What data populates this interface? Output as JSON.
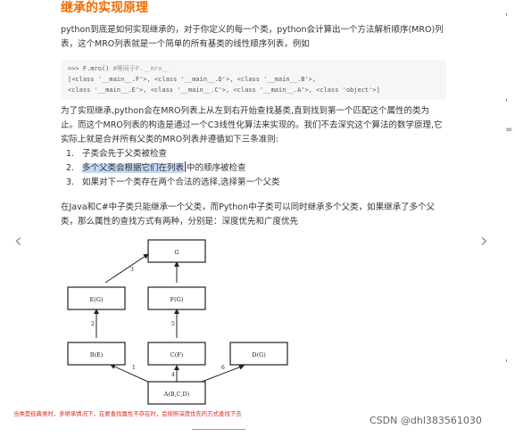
{
  "article": {
    "title": "继承的实现原理",
    "intro": "python到底是如何实现继承的，对于你定义的每一个类，python会计算出一个方法解析顺序(MRO)列表，这个MRO列表就是一个简单的所有基类的线性顺序列表，例如",
    "code_lines": [
      {
        "prompt": ">>> F.mro()",
        "comment": " #等同于F.__mro__"
      },
      {
        "text": "[<class '__main__.F'>, <class '__main__.D'>, <class '__main__.B'>,"
      },
      {
        "text": "<class '__main__.E'>, <class '__main__.C'>, <class '__main__.A'>, <class 'object'>]"
      }
    ],
    "explain": "为了实现继承,python会在MRO列表上从左到右开始查找基类,直到找到第一个匹配这个属性的类为止。而这个MRO列表的构造是通过一个C3线性化算法来实现的。我们不去深究这个算法的数学原理,它实际上就是合并所有父类的MRO列表并遵循如下三条准则:",
    "rules": [
      {
        "num": "1.",
        "text": "子类会先于父类被检查"
      },
      {
        "num": "2.",
        "highlighted": "多个父类会根据它们在列表",
        "rest": "中的顺序被检查"
      },
      {
        "num": "3.",
        "text": "如果对下一个类存在两个合法的选择,选择第一个父类"
      }
    ],
    "inherit_note": "在Java和C#中子类只能继承一个父类，而Python中子类可以同时继承多个父类，如果继承了多个父类，那么属性的查找方式有两种，分别是：深度优先和广度优先",
    "caption": "当类是经典类时，多继承情况下，在要查找属性不存在时，会按照深度优先的方式查找下去"
  },
  "diagram": {
    "nodes": [
      {
        "id": "G",
        "label": "G"
      },
      {
        "id": "E",
        "label": "E(G)"
      },
      {
        "id": "F",
        "label": "F(G)"
      },
      {
        "id": "B",
        "label": "B(E)"
      },
      {
        "id": "C",
        "label": "C(F)"
      },
      {
        "id": "D",
        "label": "D(G)"
      },
      {
        "id": "A",
        "label": "A(B,C,D)"
      }
    ],
    "edge_labels": [
      "3",
      "2",
      "5",
      "1",
      "4",
      "6"
    ]
  },
  "nav": {
    "prev_glyph": "‹",
    "next_glyph": "›"
  },
  "watermark": "CSDN @dhl383561030",
  "edge_fragments": [
    "'",
    "'",
    "=",
    "'"
  ]
}
